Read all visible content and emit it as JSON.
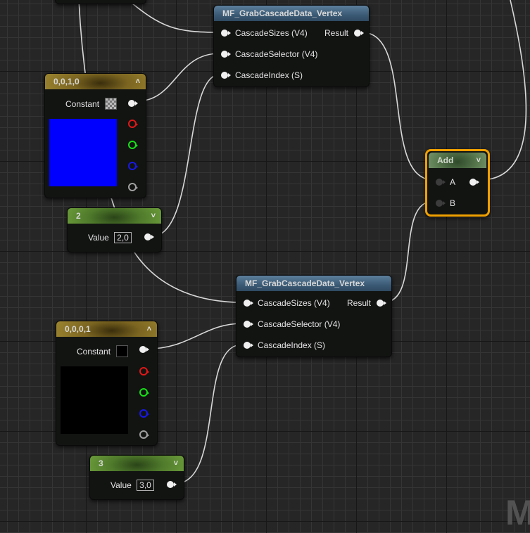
{
  "graph": {
    "background_color": "#262626",
    "watermark": "M"
  },
  "nodes": {
    "grab_top": {
      "title": "MF_GrabCascadeData_Vertex",
      "inputs": [
        "CascadeSizes (V4)",
        "CascadeSelector (V4)",
        "CascadeIndex (S)"
      ],
      "output": "Result"
    },
    "const_top": {
      "title": "0,0,1,0",
      "label": "Constant",
      "preview_color": "#0000ff",
      "swatch": "checker",
      "collapse_icon": "chevron-up-icon"
    },
    "scalar_top": {
      "title": "2",
      "label": "Value",
      "value": "2,0",
      "collapse_icon": "chevron-down-icon"
    },
    "add": {
      "title": "Add",
      "inputs": [
        "A",
        "B"
      ],
      "selected_color": "#f0a000",
      "collapse_icon": "chevron-down-icon"
    },
    "grab_bottom": {
      "title": "MF_GrabCascadeData_Vertex",
      "inputs": [
        "CascadeSizes (V4)",
        "CascadeSelector (V4)",
        "CascadeIndex (S)"
      ],
      "output": "Result"
    },
    "const_bottom": {
      "title": "0,0,0,1",
      "label": "Constant",
      "preview_color": "#000000",
      "swatch": "#000000",
      "collapse_icon": "chevron-up-icon"
    },
    "scalar_bottom": {
      "title": "3",
      "label": "Value",
      "value": "3,0",
      "collapse_icon": "chevron-down-icon"
    }
  }
}
